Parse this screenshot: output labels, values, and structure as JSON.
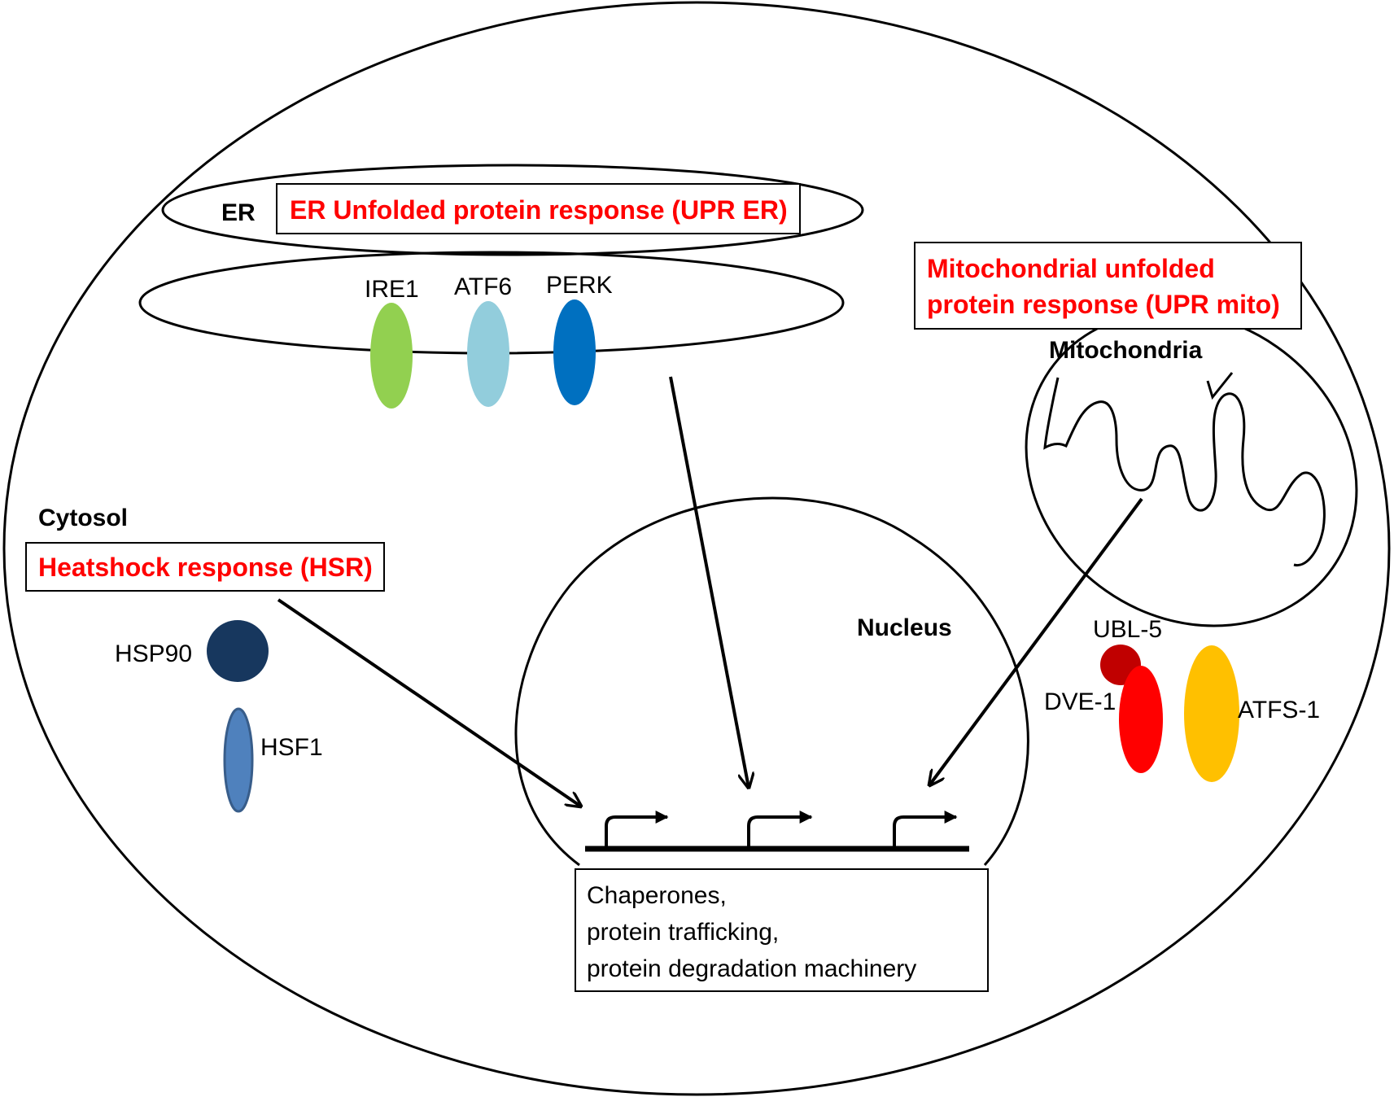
{
  "compartments": {
    "er": "ER",
    "cytosol": "Cytosol",
    "mitochondria": "Mitochondria",
    "nucleus": "Nucleus"
  },
  "responses": {
    "upr_er": "ER Unfolded protein response (UPR ER)",
    "upr_mito_line1": "Mitochondrial unfolded",
    "upr_mito_line2": "protein response (UPR mito)",
    "hsr": "Heatshock response (HSR)"
  },
  "proteins": {
    "ire1": "IRE1",
    "atf6": "ATF6",
    "perk": "PERK",
    "hsp90": "HSP90",
    "hsf1": "HSF1",
    "ubl5": "UBL-5",
    "dve1": "DVE-1",
    "atfs1": "ATFS-1"
  },
  "output": {
    "line1": "Chaperones,",
    "line2": "protein trafficking,",
    "line3": "protein degradation machinery"
  },
  "colors": {
    "ire1": "#92d050",
    "atf6": "#92cddc",
    "perk": "#0070c0",
    "hsp90": "#17375e",
    "hsf1": "#4f81bd",
    "ubl5": "#c00000",
    "dve1": "#ff0000",
    "atfs1": "#ffc000",
    "response_text": "#ff0000"
  }
}
